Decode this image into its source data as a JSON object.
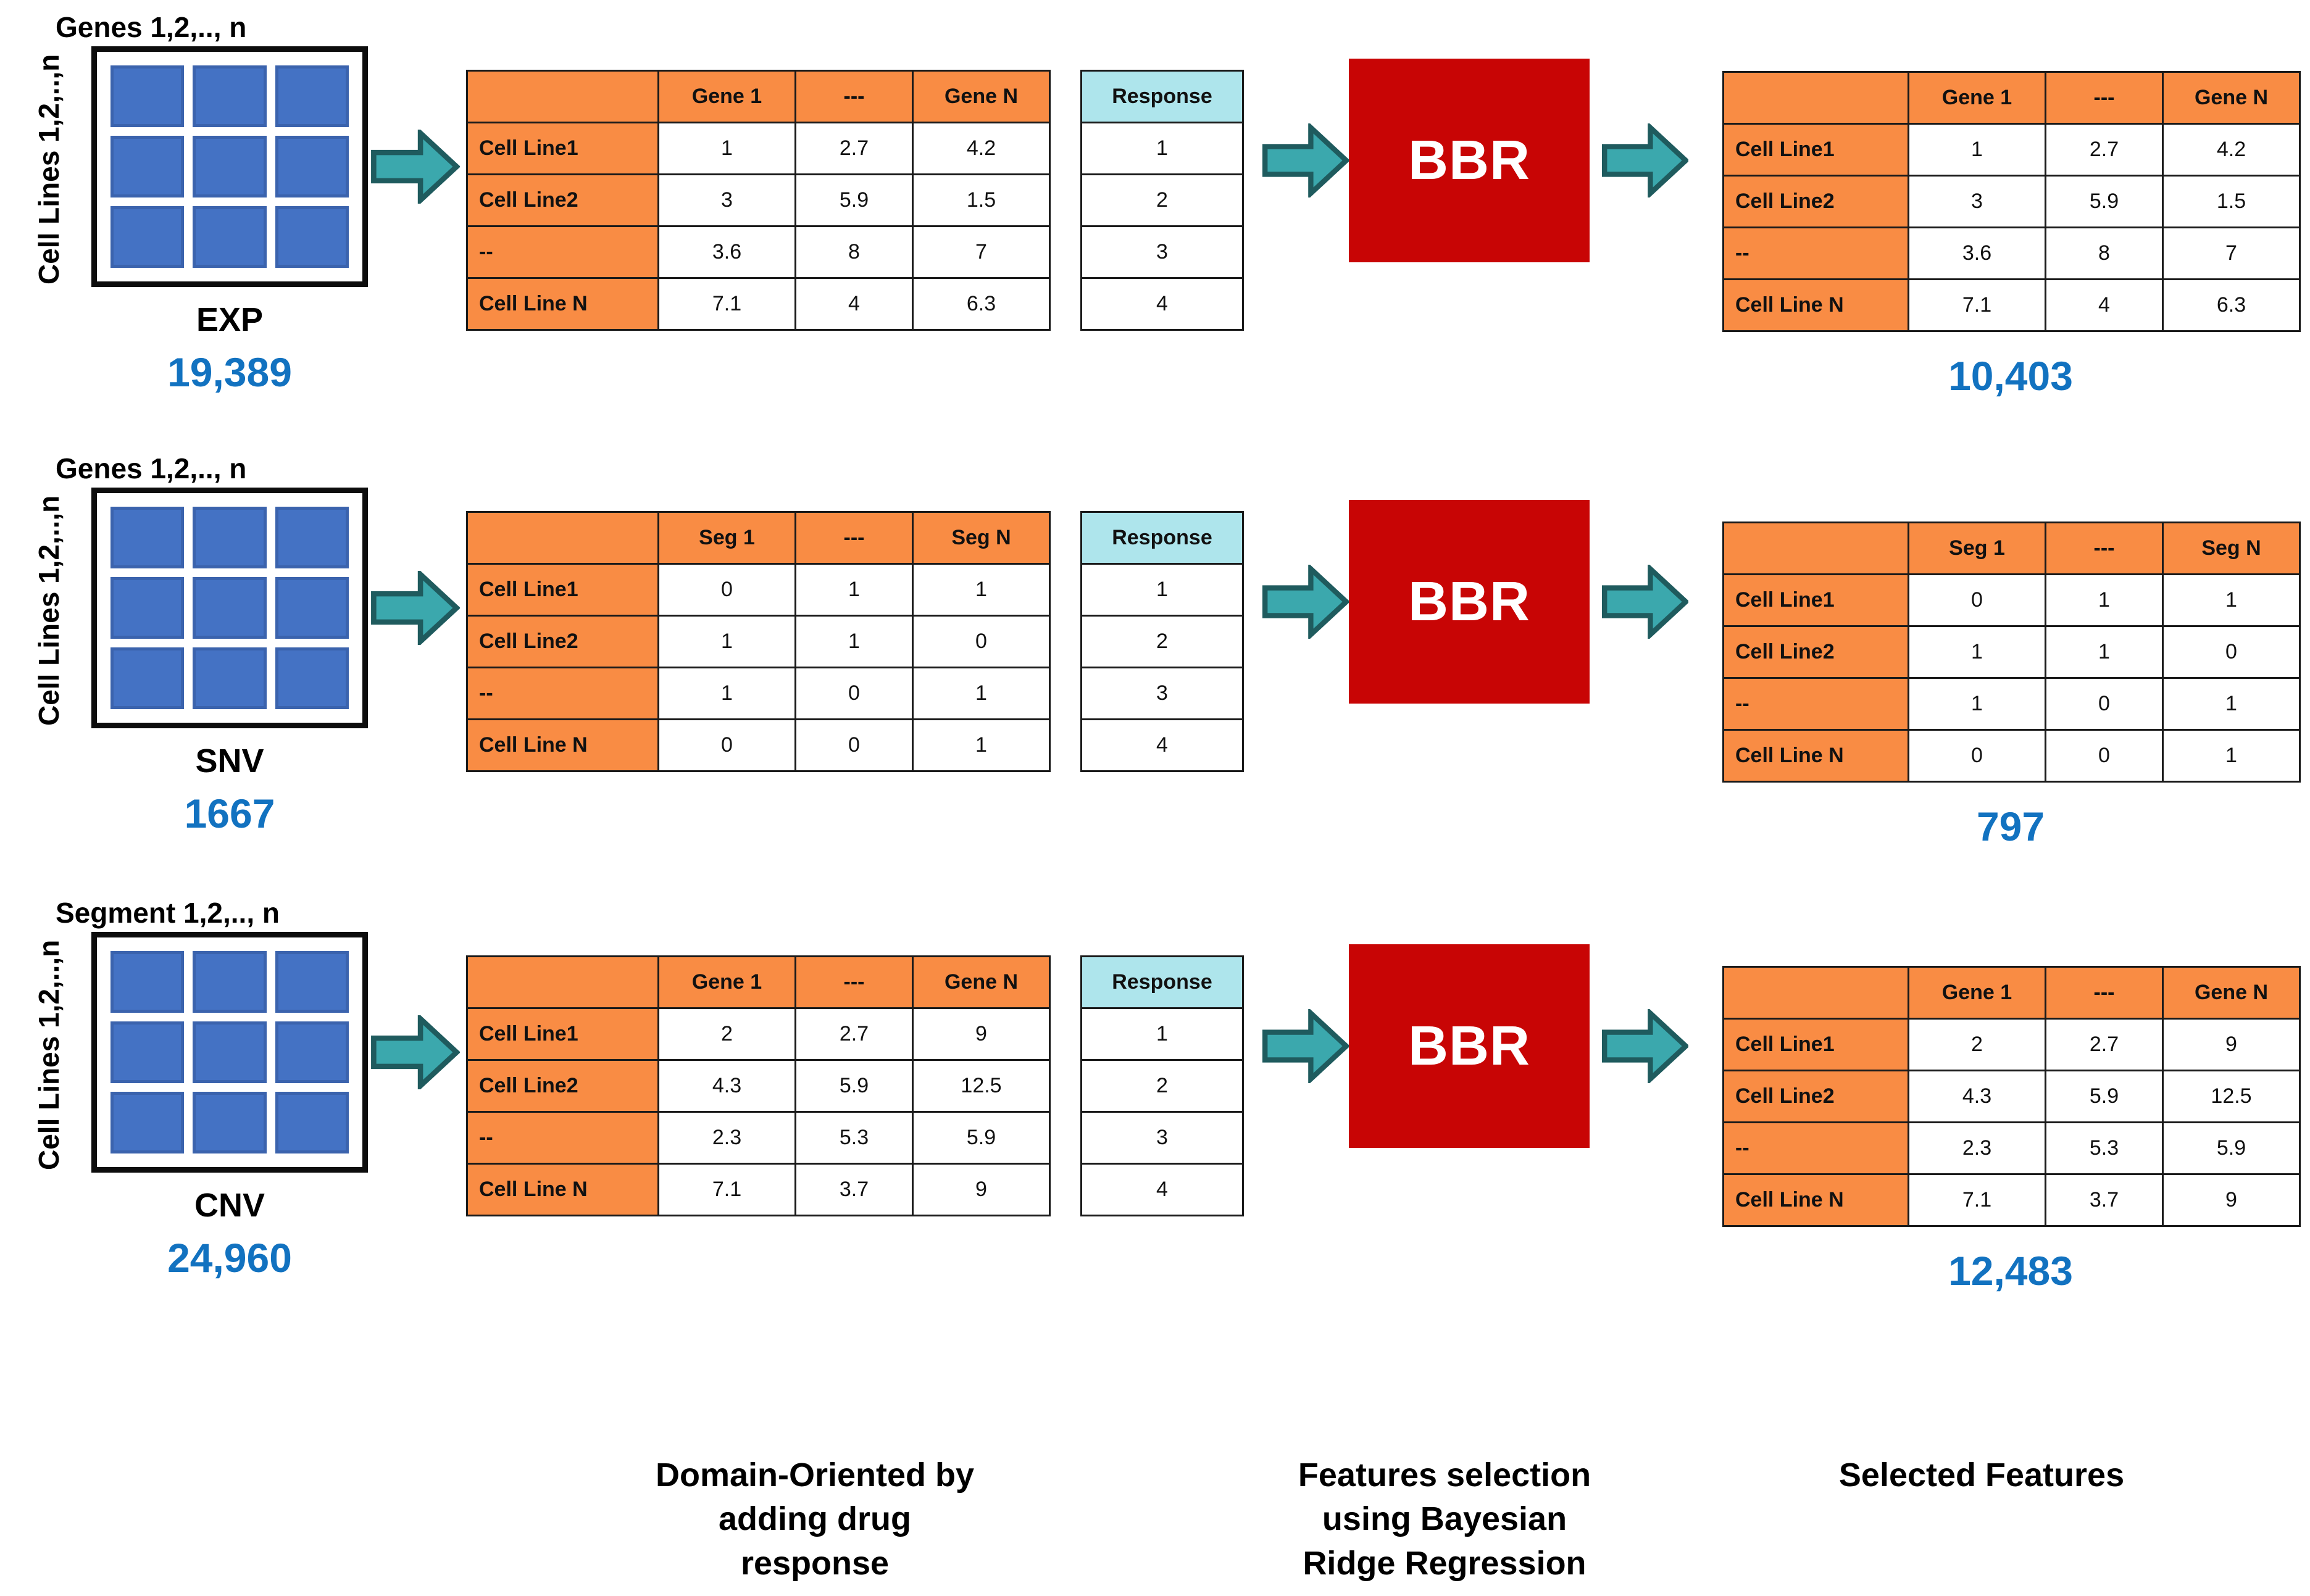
{
  "diagram": {
    "title": "Multi-omics feature selection pipeline with Bayesian Ridge Regression",
    "colors": {
      "matrix_cell_blue": "#4472C4",
      "table_header_orange": "#F98C44",
      "response_header_blue": "#AEE5EC",
      "arrow_teal": "#3BA8AD",
      "arrow_teal_border": "#1F5B5E",
      "bbr_red": "#C80505",
      "count_blue": "#1272C0",
      "outline_black": "#0D0D0D"
    }
  },
  "rows": [
    {
      "id": "exp",
      "matrix": {
        "top_label": "Genes 1,2,.., n",
        "side_label": "Cell Lines 1,2,..,n",
        "name": "EXP",
        "count": "19,389"
      },
      "input_table": {
        "columns": [
          "",
          "Gene 1",
          "---",
          "Gene N"
        ],
        "rows": [
          {
            "label": "Cell Line1",
            "values": [
              "1",
              "2.7",
              "4.2"
            ]
          },
          {
            "label": "Cell Line2",
            "values": [
              "3",
              "5.9",
              "1.5"
            ]
          },
          {
            "label": "--",
            "values": [
              "3.6",
              "8",
              "7"
            ]
          },
          {
            "label": "Cell Line N",
            "values": [
              "7.1",
              "4",
              "6.3"
            ]
          }
        ]
      },
      "response_table": {
        "header": "Response",
        "values": [
          "1",
          "2",
          "3",
          "4"
        ]
      },
      "model": {
        "label": "BBR"
      },
      "output_table": {
        "columns": [
          "",
          "Gene 1",
          "---",
          "Gene N"
        ],
        "rows": [
          {
            "label": "Cell Line1",
            "values": [
              "1",
              "2.7",
              "4.2"
            ]
          },
          {
            "label": "Cell Line2",
            "values": [
              "3",
              "5.9",
              "1.5"
            ]
          },
          {
            "label": "--",
            "values": [
              "3.6",
              "8",
              "7"
            ]
          },
          {
            "label": "Cell Line N",
            "values": [
              "7.1",
              "4",
              "6.3"
            ]
          }
        ],
        "count": "10,403"
      }
    },
    {
      "id": "snv",
      "matrix": {
        "top_label": "Genes 1,2,.., n",
        "side_label": "Cell Lines 1,2,..,n",
        "name": "SNV",
        "count": "1667"
      },
      "input_table": {
        "columns": [
          "",
          "Seg 1",
          "---",
          "Seg N"
        ],
        "rows": [
          {
            "label": "Cell Line1",
            "values": [
              "0",
              "1",
              "1"
            ]
          },
          {
            "label": "Cell Line2",
            "values": [
              "1",
              "1",
              "0"
            ]
          },
          {
            "label": "--",
            "values": [
              "1",
              "0",
              "1"
            ]
          },
          {
            "label": "Cell Line N",
            "values": [
              "0",
              "0",
              "1"
            ]
          }
        ]
      },
      "response_table": {
        "header": "Response",
        "values": [
          "1",
          "2",
          "3",
          "4"
        ]
      },
      "model": {
        "label": "BBR"
      },
      "output_table": {
        "columns": [
          "",
          "Seg 1",
          "---",
          "Seg N"
        ],
        "rows": [
          {
            "label": "Cell Line1",
            "values": [
              "0",
              "1",
              "1"
            ]
          },
          {
            "label": "Cell Line2",
            "values": [
              "1",
              "1",
              "0"
            ]
          },
          {
            "label": "--",
            "values": [
              "1",
              "0",
              "1"
            ]
          },
          {
            "label": "Cell Line N",
            "values": [
              "0",
              "0",
              "1"
            ]
          }
        ],
        "count": "797"
      }
    },
    {
      "id": "cnv",
      "matrix": {
        "top_label": "Segment 1,2,.., n",
        "side_label": "Cell Lines 1,2,..,n",
        "name": "CNV",
        "count": "24,960"
      },
      "input_table": {
        "columns": [
          "",
          "Gene 1",
          "---",
          "Gene N"
        ],
        "rows": [
          {
            "label": "Cell Line1",
            "values": [
              "2",
              "2.7",
              "9"
            ]
          },
          {
            "label": "Cell Line2",
            "values": [
              "4.3",
              "5.9",
              "12.5"
            ]
          },
          {
            "label": "--",
            "values": [
              "2.3",
              "5.3",
              "5.9"
            ]
          },
          {
            "label": "Cell Line N",
            "values": [
              "7.1",
              "3.7",
              "9"
            ]
          }
        ]
      },
      "response_table": {
        "header": "Response",
        "values": [
          "1",
          "2",
          "3",
          "4"
        ]
      },
      "model": {
        "label": "BBR"
      },
      "output_table": {
        "columns": [
          "",
          "Gene 1",
          "---",
          "Gene N"
        ],
        "rows": [
          {
            "label": "Cell Line1",
            "values": [
              "2",
              "2.7",
              "9"
            ]
          },
          {
            "label": "Cell Line2",
            "values": [
              "4.3",
              "5.9",
              "12.5"
            ]
          },
          {
            "label": "--",
            "values": [
              "2.3",
              "5.3",
              "5.9"
            ]
          },
          {
            "label": "Cell Line N",
            "values": [
              "7.1",
              "3.7",
              "9"
            ]
          }
        ],
        "count": "12,483"
      }
    }
  ],
  "captions": {
    "stage1": "Domain-Oriented by adding drug response",
    "stage1_lines": [
      "Domain-Oriented by",
      "adding drug",
      "response"
    ],
    "stage2": "Features selection using Bayesian Ridge Regression",
    "stage2_lines": [
      "Features selection",
      "using Bayesian",
      "Ridge Regression"
    ],
    "stage3": "Selected Features",
    "stage3_lines": [
      "Selected Features"
    ]
  }
}
